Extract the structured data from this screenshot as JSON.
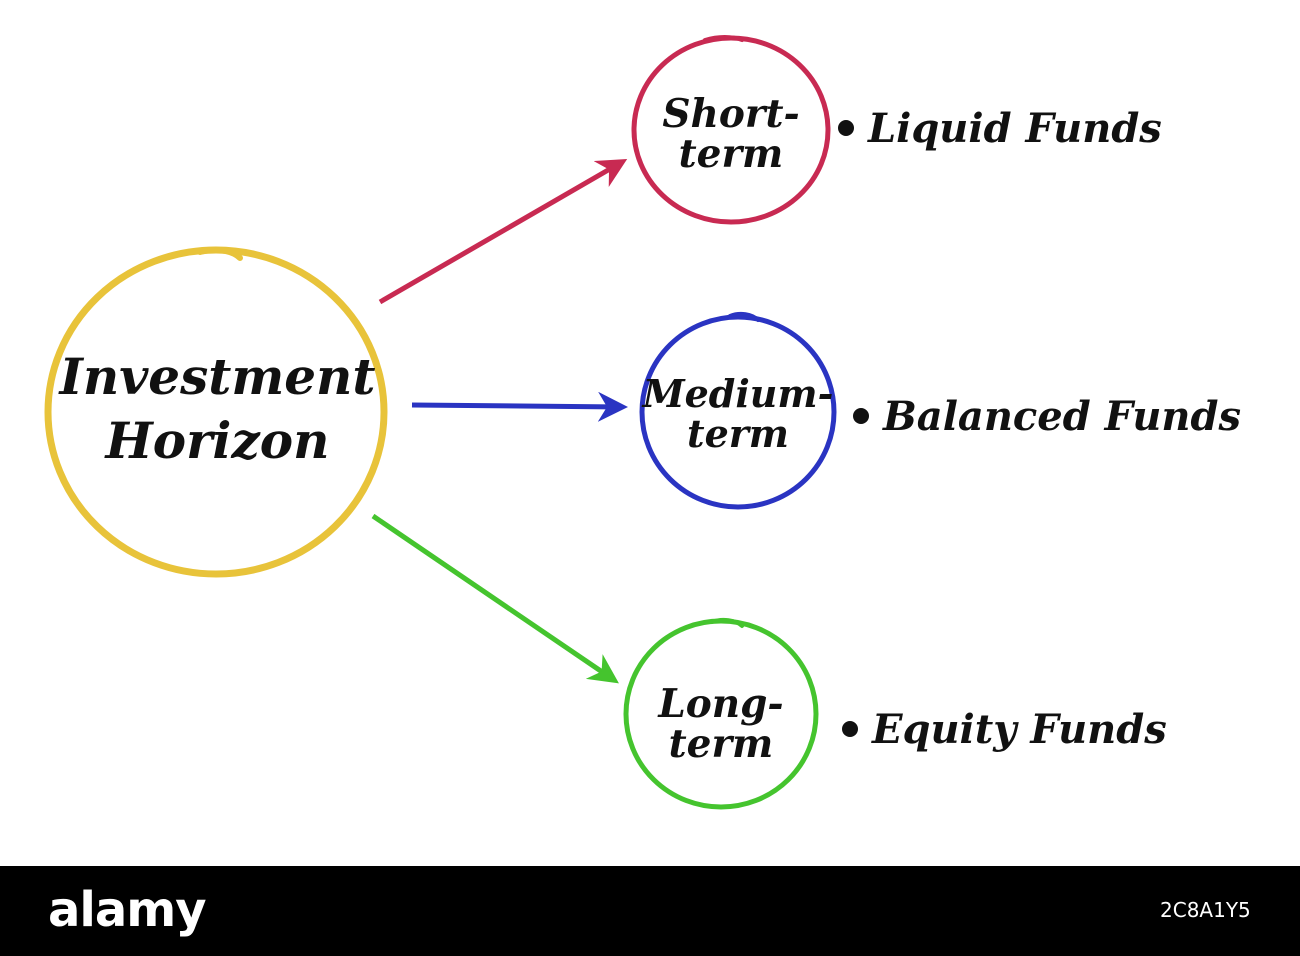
{
  "diagram": {
    "center": {
      "line1": "Investment",
      "line2": "Horizon",
      "color": "#e8c33a"
    },
    "nodes": [
      {
        "id": "short",
        "line1": "Short-",
        "line2": "term",
        "color": "#c82a52",
        "fund": "Liquid Funds"
      },
      {
        "id": "medium",
        "line1": "Medium-",
        "line2": "term",
        "color": "#2a34c2",
        "fund": "Balanced Funds"
      },
      {
        "id": "long",
        "line1": "Long-",
        "line2": "term",
        "color": "#45c42e",
        "fund": "Equity Funds"
      }
    ]
  },
  "footer": {
    "brand": "alamy",
    "ref": "2C8A1Y5"
  }
}
